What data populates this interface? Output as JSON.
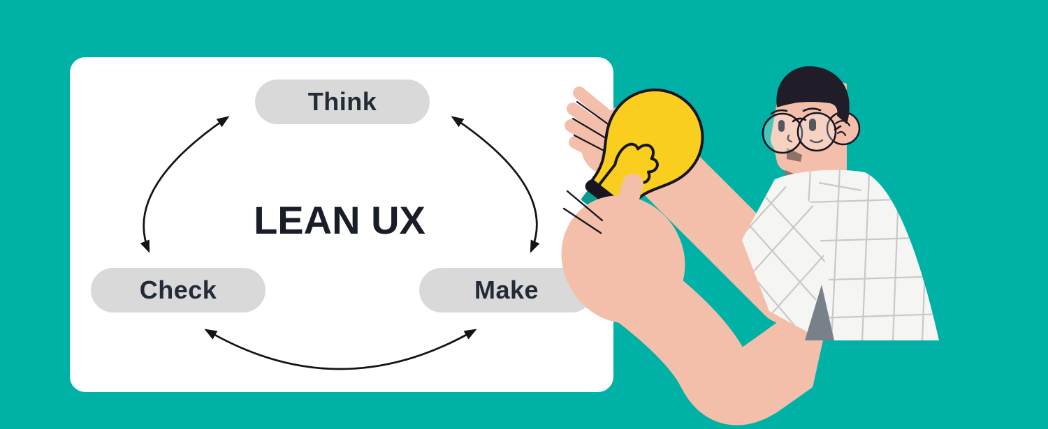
{
  "theme": {
    "bg": "#00B1A5",
    "card": "#FFFFFF",
    "pill": "#D9D9D9",
    "pill-text": "#222B36",
    "title-text": "#181D27",
    "arrow": "#141414",
    "skin": "#F4BFAA",
    "skin-shadow": "#E2A28B",
    "shadow-taupe": "#8B7365",
    "ink": "#17151F",
    "hair": "#201D29",
    "bulb": "#F9CE1F",
    "socket": "#0B9C90",
    "shirt": "#F5F5F4",
    "shirt-grid": "#C8C8C8",
    "wedge": "#788089"
  },
  "diagram": {
    "title": "LEAN UX",
    "nodes": [
      {
        "label": "Think",
        "position": "top"
      },
      {
        "label": "Check",
        "position": "bottom-left"
      },
      {
        "label": "Make",
        "position": "bottom-right"
      }
    ],
    "arrows": [
      {
        "between": [
          "Check",
          "Think"
        ],
        "double_headed": true
      },
      {
        "between": [
          "Think",
          "Make"
        ],
        "double_headed": true
      },
      {
        "between": [
          "Check",
          "Make"
        ],
        "double_headed": true
      }
    ]
  },
  "illustration": {
    "alt": "Person with glasses and checked shirt holding a glowing light bulb"
  }
}
